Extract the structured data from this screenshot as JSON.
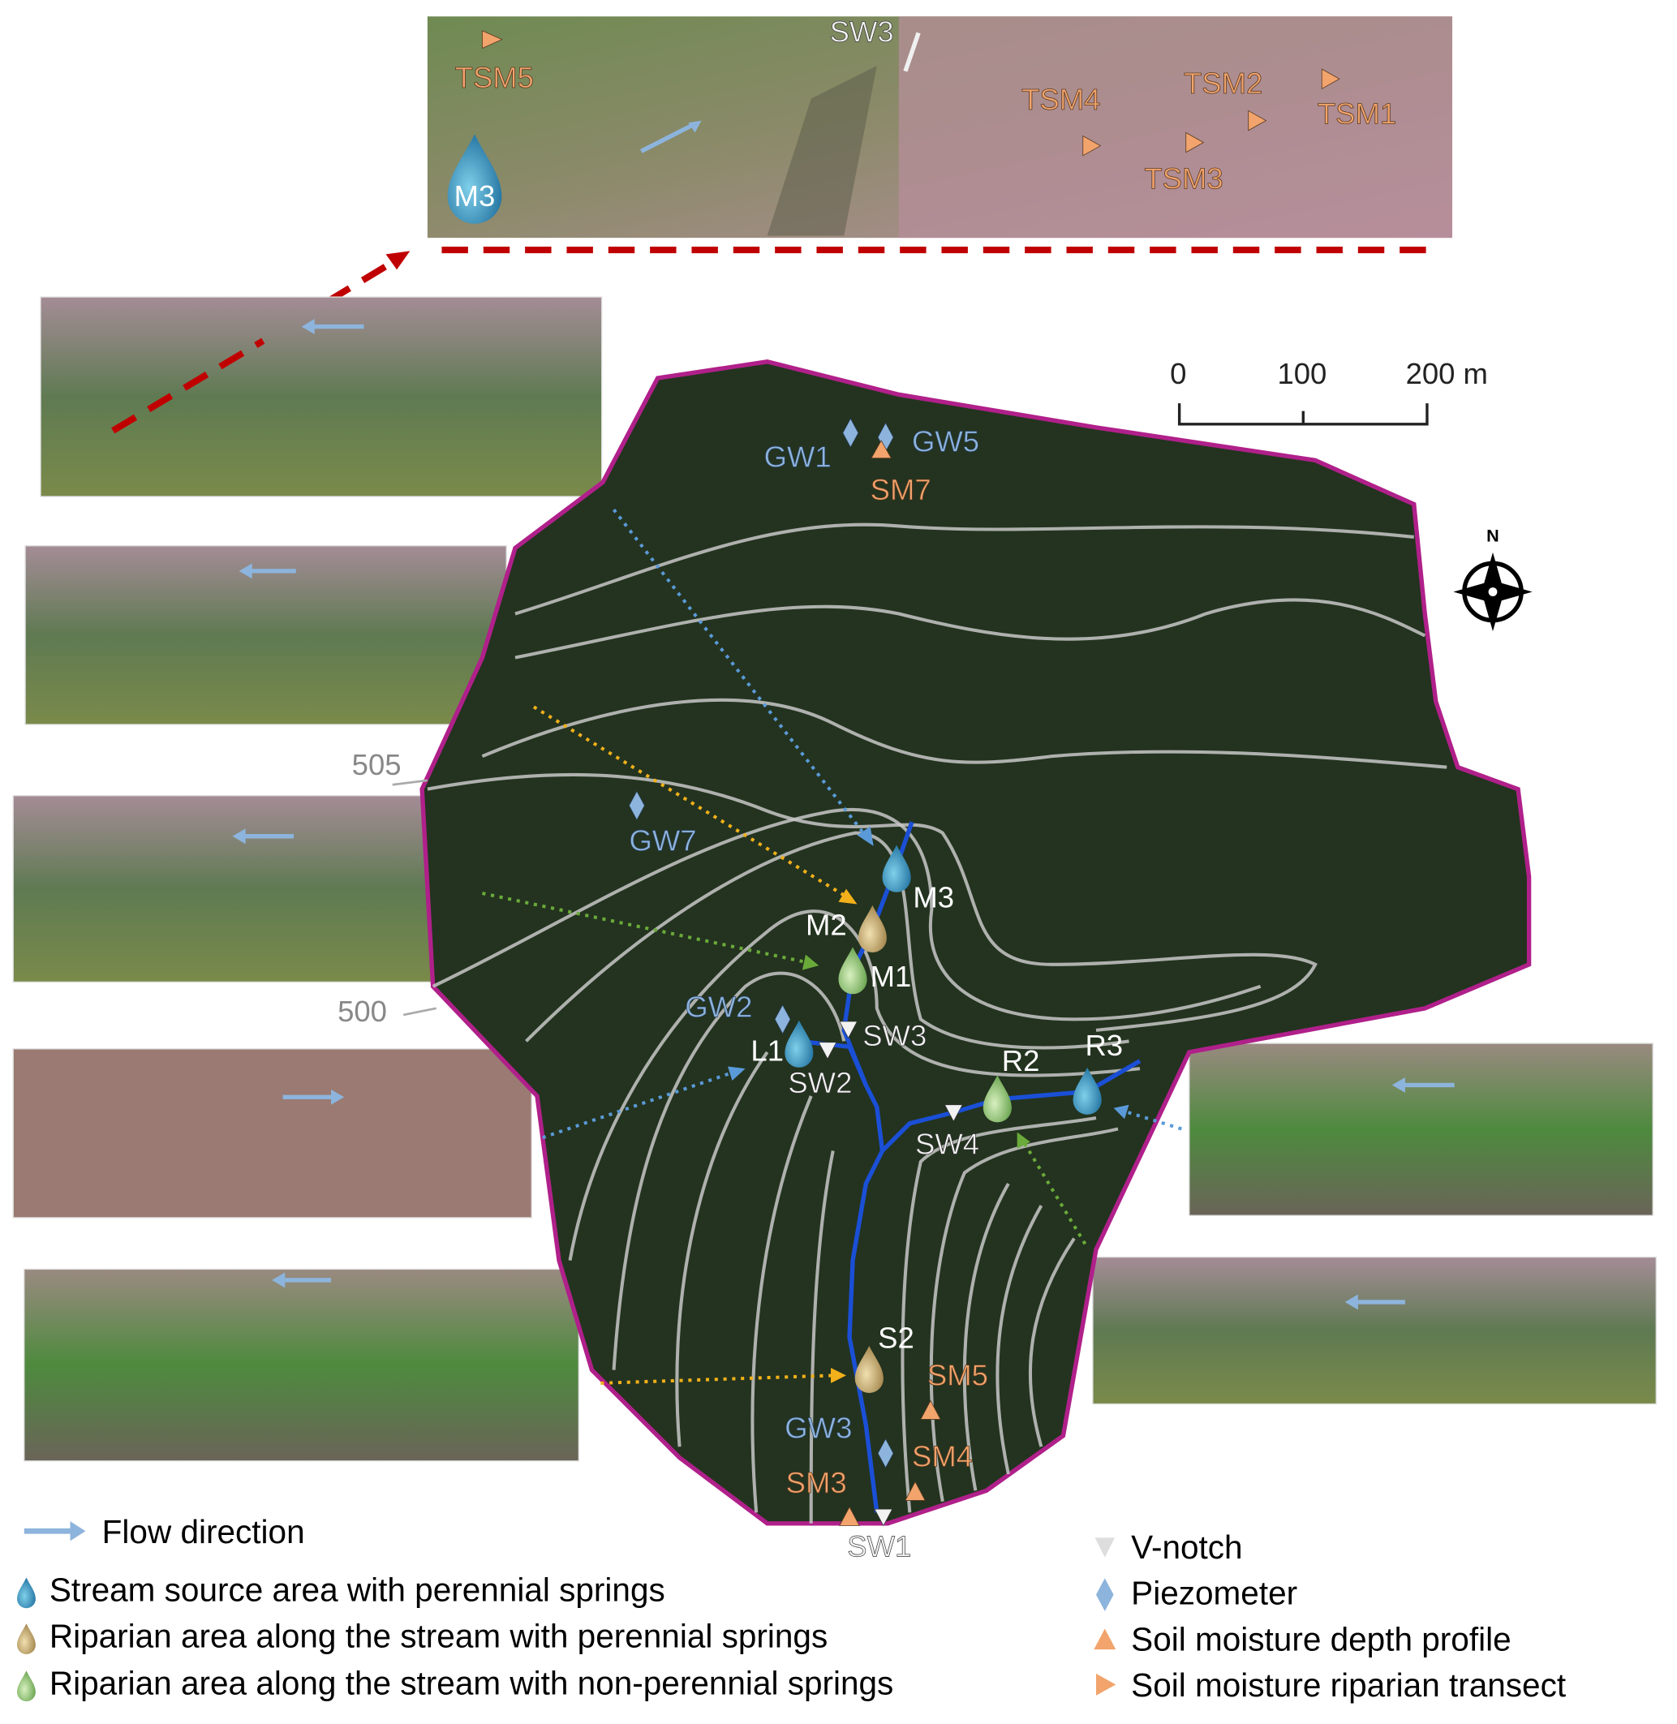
{
  "top_photo": {
    "labels": {
      "tsm5": "TSM5",
      "sw3": "SW3",
      "m3": "M3",
      "tsm4": "TSM4",
      "tsm2": "TSM2",
      "tsm1": "TSM1",
      "tsm3": "TSM3"
    }
  },
  "scale_bar": {
    "ticks": [
      "0",
      "100",
      "200 m"
    ]
  },
  "north_label": "N",
  "contours": {
    "c505": "505",
    "c500": "500"
  },
  "map_labels": {
    "gw1": "GW1",
    "gw5": "GW5",
    "sm7": "SM7",
    "gw7": "GW7",
    "m3": "M3",
    "m2": "M2",
    "m1": "M1",
    "gw2": "GW2",
    "l1": "L1",
    "sw3": "SW3",
    "sw2": "SW2",
    "r2": "R2",
    "r3": "R3",
    "sw4": "SW4",
    "s2": "S2",
    "sm5": "SM5",
    "gw3": "GW3",
    "sm4": "SM4",
    "sm3": "SM3",
    "sw1": "SW1"
  },
  "legend": {
    "flow": "Flow direction",
    "source": "Stream source area with perennial springs",
    "riparian_perennial": "Riparian area along the stream with perennial springs",
    "riparian_nonperennial": "Riparian area along the stream with non-perennial springs",
    "vnotch": "V-notch",
    "piezometer": "Piezometer",
    "sm_depth": "Soil moisture depth profile",
    "sm_transect": "Soil moisture riparian transect"
  },
  "colors": {
    "source_drop": "#1f7fb0",
    "riparian_perennial_drop": "#c9b27a",
    "riparian_nonperennial_drop": "#8fbf6a",
    "stream": "#1a4fd6",
    "boundary": "#b0208a",
    "orange_marker": "#f2a46c",
    "piezometer": "#8db4dc",
    "flow_arrow": "#8db4dc",
    "red_dash": "#c00000"
  }
}
